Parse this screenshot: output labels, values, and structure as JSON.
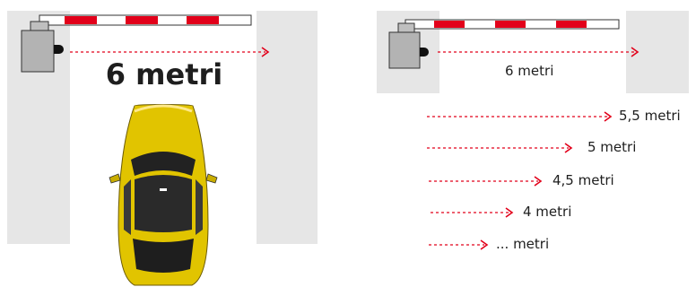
{
  "left_panel": {
    "distance_label": "6 metri"
  },
  "right_panel": {
    "distance_label": "6 metri",
    "distances": [
      {
        "label": "5,5 metri"
      },
      {
        "label": "5 metri"
      },
      {
        "label": "4,5 metri"
      },
      {
        "label": "4 metri"
      },
      {
        "label": "... metri"
      }
    ]
  },
  "colors": {
    "pillar": "#e6e6e6",
    "barrier_red": "#e2001a",
    "motor_gray": "#b3b3b3",
    "arrow": "#e2001a",
    "car": "#e1c400"
  }
}
